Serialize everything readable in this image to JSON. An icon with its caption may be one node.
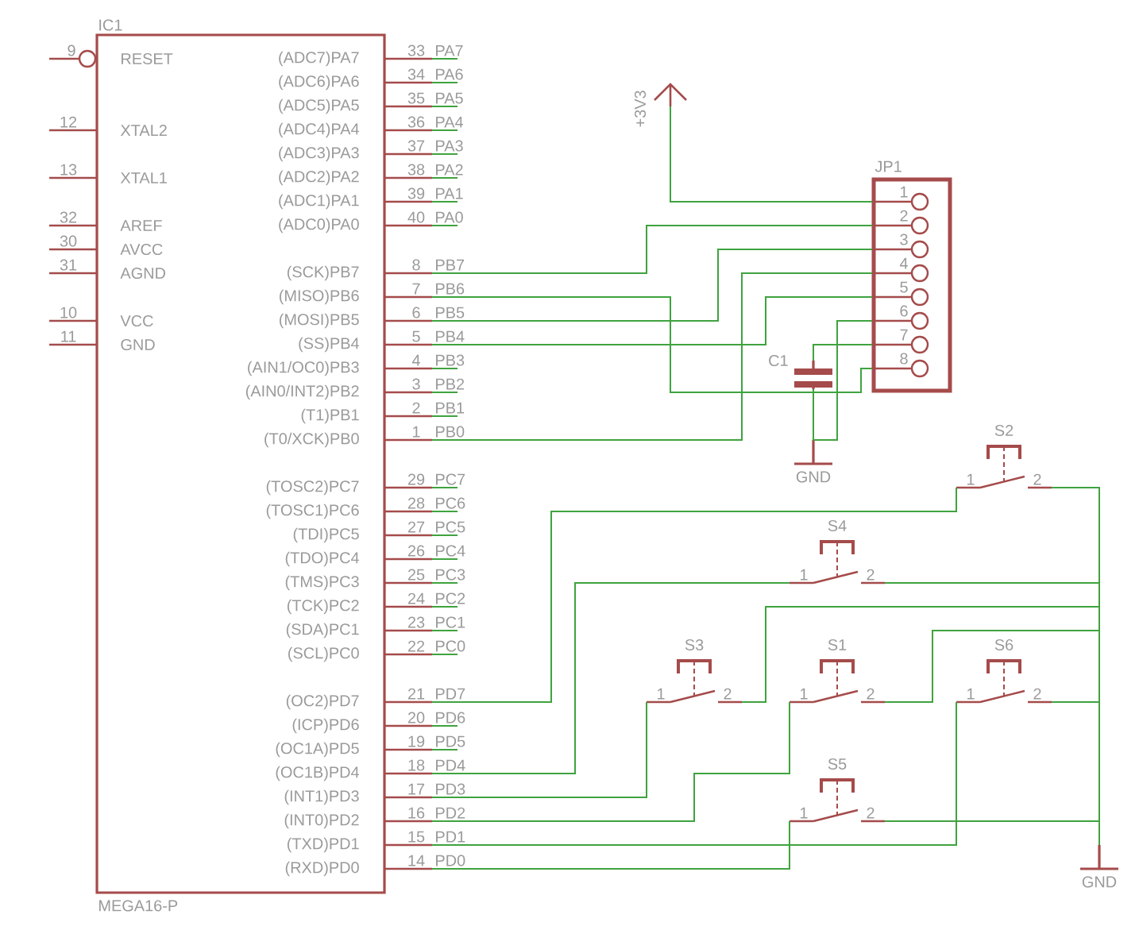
{
  "diagram": {
    "nodes": [
      {
        "text": [
          "IC1",
          "MEGA16-P"
        ]
      },
      {
        "text": [
          "+3V3"
        ]
      },
      {
        "text": [
          "JP1"
        ]
      },
      {
        "text": [
          "C1"
        ]
      },
      {
        "text": [
          "GND"
        ]
      },
      {
        "text": [
          "S2"
        ]
      },
      {
        "text": [
          "S4"
        ]
      },
      {
        "text": [
          "S3"
        ]
      },
      {
        "text": [
          "S1"
        ]
      },
      {
        "text": [
          "S6"
        ]
      },
      {
        "text": [
          "S5"
        ]
      },
      {
        "text": [
          "GND"
        ]
      }
    ],
    "edges": [
      {
        "from": 1,
        "to": 2,
        "arrow": "none"
      },
      {
        "from": 0,
        "to": 2,
        "arrow": "none"
      },
      {
        "from": 0,
        "to": 2,
        "arrow": "none"
      },
      {
        "from": 0,
        "to": 2,
        "arrow": "none"
      },
      {
        "from": 0,
        "to": 2,
        "arrow": "none"
      },
      {
        "from": 2,
        "to": 4,
        "arrow": "none"
      },
      {
        "from": 2,
        "to": 3,
        "arrow": "none"
      },
      {
        "from": 0,
        "to": 2,
        "arrow": "none"
      },
      {
        "from": 3,
        "to": 4,
        "arrow": "none"
      },
      {
        "from": 0,
        "to": 5,
        "arrow": "none"
      },
      {
        "from": 0,
        "to": 6,
        "arrow": "none"
      },
      {
        "from": 0,
        "to": 7,
        "arrow": "none"
      },
      {
        "from": 0,
        "to": 8,
        "arrow": "none"
      },
      {
        "from": 0,
        "to": 9,
        "arrow": "none"
      },
      {
        "from": 0,
        "to": 10,
        "arrow": "none"
      },
      {
        "from": 5,
        "to": 11,
        "arrow": "none"
      },
      {
        "from": 6,
        "to": 11,
        "arrow": "none"
      },
      {
        "from": 7,
        "to": 11,
        "arrow": "none"
      },
      {
        "from": 8,
        "to": 11,
        "arrow": "none"
      },
      {
        "from": 9,
        "to": 11,
        "arrow": "none"
      },
      {
        "from": 10,
        "to": 11,
        "arrow": "none"
      }
    ],
    "labels": [
      "9",
      "RESET",
      "12",
      "XTAL2",
      "13",
      "XTAL1",
      "32",
      "AREF",
      "30",
      "AVCC",
      "31",
      "AGND",
      "10",
      "VCC",
      "11",
      "GND",
      "(ADC7)PA7",
      "33",
      "PA7",
      "(ADC6)PA6",
      "34",
      "PA6",
      "(ADC5)PA5",
      "35",
      "PA5",
      "(ADC4)PA4",
      "36",
      "PA4",
      "(ADC3)PA3",
      "37",
      "PA3",
      "(ADC2)PA2",
      "38",
      "PA2",
      "(ADC1)PA1",
      "39",
      "PA1",
      "(ADC0)PA0",
      "40",
      "PA0",
      "(SCK)PB7",
      "8",
      "PB7",
      "(MISO)PB6",
      "7",
      "PB6",
      "(MOSI)PB5",
      "6",
      "PB5",
      "(SS)PB4",
      "5",
      "PB4",
      "(AIN1/OC0)PB3",
      "4",
      "PB3",
      "(AIN0/INT2)PB2",
      "3",
      "PB2",
      "(T1)PB1",
      "2",
      "PB1",
      "(T0/XCK)PB0",
      "1",
      "PB0",
      "(TOSC2)PC7",
      "29",
      "PC7",
      "(TOSC1)PC6",
      "28",
      "PC6",
      "(TDI)PC5",
      "27",
      "PC5",
      "(TDO)PC4",
      "26",
      "PC4",
      "(TMS)PC3",
      "25",
      "PC3",
      "(TCK)PC2",
      "24",
      "PC2",
      "(SDA)PC1",
      "23",
      "PC1",
      "(SCL)PC0",
      "22",
      "PC0",
      "(OC2)PD7",
      "21",
      "PD7",
      "(ICP)PD6",
      "20",
      "PD6",
      "(OC1A)PD5",
      "19",
      "PD5",
      "(OC1B)PD4",
      "18",
      "PD4",
      "(INT1)PD3",
      "17",
      "PD3",
      "(INT0)PD2",
      "16",
      "PD2",
      "(TXD)PD1",
      "15",
      "PD1",
      "(RXD)PD0",
      "14",
      "PD0",
      "1",
      "2",
      "3",
      "4",
      "5",
      "6",
      "7",
      "8",
      "1",
      "2",
      "1",
      "2",
      "1",
      "2",
      "1",
      "2",
      "1",
      "2",
      "1",
      "2"
    ]
  }
}
